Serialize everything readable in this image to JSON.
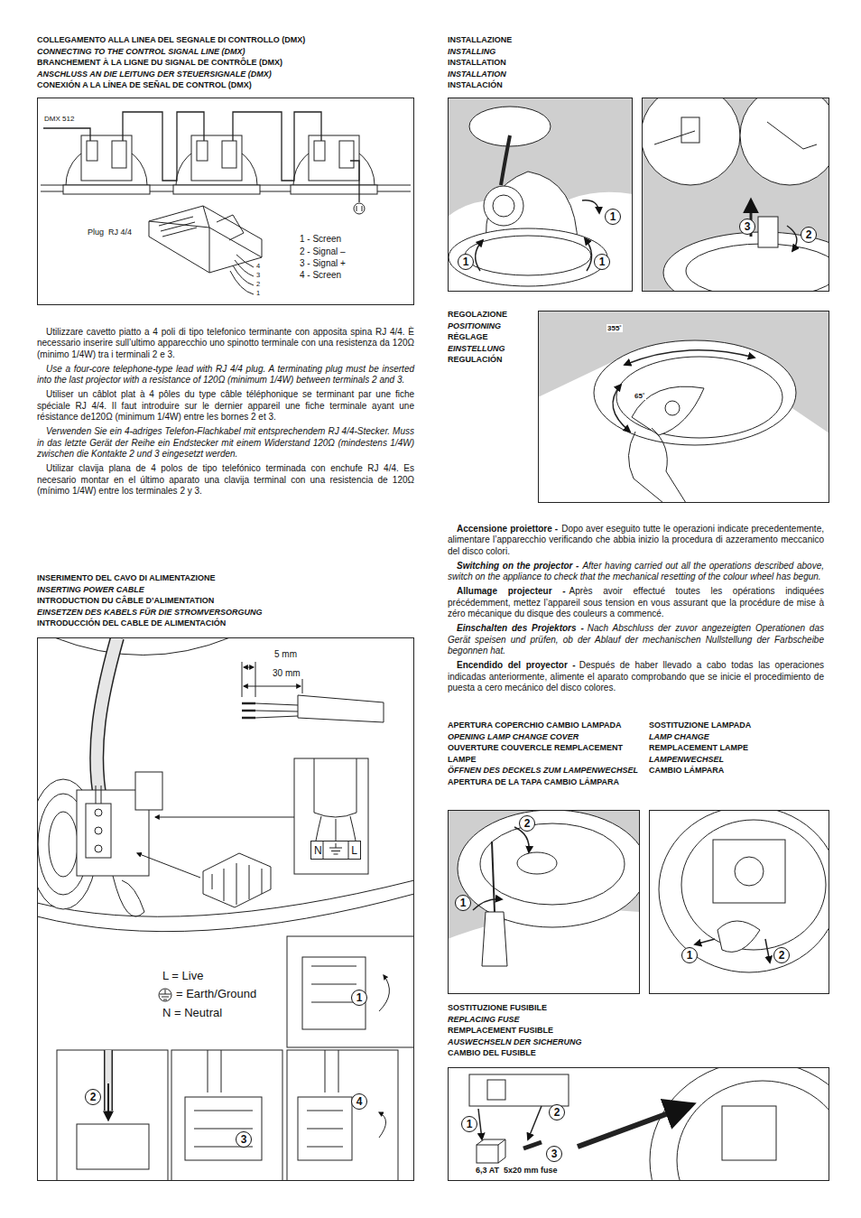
{
  "diagram": {
    "nodes": [
      {
        "text": [
          "COLLEGAMENTO ALLA LINEA DEL SEGNALE DI CONTROLLO (DMX)",
          "CONNECTING TO THE CONTROL SIGNAL LINE (DMX)",
          "BRANCHEMENT À LA LIGNE DU SIGNAL DE CONTRÔLE (DMX)",
          "ANSCHLUSS AN DIE LEITUNG DER STEUERSIGNALE (DMX)",
          "CONEXIÓN A LA LÍNEA DE SEÑAL DE CONTROL (DMX)"
        ]
      },
      {
        "text": [
          "INSERIMENTO DEL CAVO DI ALIMENTAZIONE",
          "INSERTING POWER CABLE",
          "INTRODUCTION DU CÂBLE D’ALIMENTATION",
          "EINSETZEN DES KABELS FÜR DIE STROMVERSORGUNG",
          "INTRODUCCIÓN DEL CABLE DE ALIMENTACIÓN"
        ]
      },
      {
        "text": [
          "N",
          "L"
        ],
        "in": 1
      },
      {
        "text": [
          "1"
        ],
        "in": 1
      },
      {
        "text": [
          "2"
        ],
        "in": 1
      },
      {
        "text": [
          "3"
        ],
        "in": 1
      },
      {
        "text": [
          "4"
        ],
        "in": 1
      },
      {
        "text": [
          "INSTALLAZIONE",
          "INSTALLING",
          "INSTALLATION",
          "INSTALLATION",
          "INSTALACIÓN"
        ]
      },
      {
        "text": [
          "1"
        ],
        "in": 7
      },
      {
        "text": [
          "1"
        ],
        "in": 7
      },
      {
        "text": [
          "1"
        ],
        "in": 7
      },
      {
        "text": [
          "3"
        ],
        "in": 7
      },
      {
        "text": [
          "2"
        ],
        "in": 7
      },
      {
        "text": [
          "REGOLAZIONE",
          "POSITIONING",
          "RÉGLAGE",
          "EINSTELLUNG",
          "REGULACIÓN"
        ]
      },
      {
        "text": [
          "APERTURA COPERCHIO CAMBIO LAMPADA",
          "OPENING LAMP CHANGE COVER",
          "OUVERTURE COUVERCLE REMPLACEMENT LAMPE",
          "ÖFFNEN DES DECKELS ZUM LAMPENWECHSEL",
          "APERTURA DE LA TAPA CAMBIO LÁMPARA"
        ]
      },
      {
        "text": [
          "2"
        ],
        "in": 14
      },
      {
        "text": [
          "1"
        ],
        "in": 14
      },
      {
        "text": [
          "SOSTITUZIONE LAMPADA",
          "LAMP CHANGE",
          "REMPLACEMENT LAMPE",
          "LAMPENWECHSEL",
          "CAMBIO LÁMPARA"
        ]
      },
      {
        "text": [
          "1"
        ],
        "in": 17
      },
      {
        "text": [
          "2"
        ],
        "in": 17
      },
      {
        "text": [
          "SOSTITUZIONE FUSIBILE",
          "REPLACING FUSE",
          "REMPLACEMENT FUSIBLE",
          "AUSWECHSELN DER SICHERUNG",
          "CAMBIO DEL FUSIBLE"
        ]
      },
      {
        "text": [
          "1"
        ],
        "in": 20
      },
      {
        "text": [
          "2"
        ],
        "in": 20
      },
      {
        "text": [
          "3"
        ],
        "in": 20
      }
    ],
    "labels": [
      "DMX 512",
      "Plug  RJ 4/4",
      "1 - Screen",
      "2 - Signal –",
      "3 - Signal +",
      "4 - Screen",
      "4",
      "3",
      "2",
      "1",
      "Utilizzare cavetto piatto a 4 poli di tipo telefonico terminante con apposita spina RJ 4/4. È necessario inserire sull’ultimo apparecchio uno spinotto terminale con una resistenza da 120Ω (minimo 1/4W) tra i terminali 2 e 3.",
      "Use a four-core telephone-type lead with RJ 4/4 plug. A terminating plug must be inserted into the last projector with a resistance of 120Ω (minimum 1/4W) between terminals 2 and 3.",
      "Utiliser un câblot plat à 4 pôles du type câble téléphonique se terminant par une fiche spéciale RJ 4/4. Il faut introduire sur le dernier appareil une fiche terminale ayant une résistance de120Ω (minimum 1/4W) entre les bornes 2 et 3.",
      "Verwenden Sie ein 4-adriges Telefon-Flachkabel mit entsprechendem RJ 4/4-Stecker. Muss in das letzte Gerät der Reihe ein Endstecker mit einem Widerstand 120Ω (mindestens 1/4W) zwischen die Kontakte 2 und 3 eingesetzt werden.",
      "Utilizar clavija plana de 4 polos de tipo telefónico terminada con enchufe RJ 4/4. Es necesario montar en el último aparato una clavija terminal con una resistencia de 120Ω (mínimo 1/4W) entre los terminales 2 y 3.",
      "5 mm",
      "30 mm",
      "L = Live",
      "= Earth/Ground",
      "N = Neutral",
      "355˚",
      "65˚",
      "Accensione proiettore -",
      "Dopo aver eseguito tutte le operazioni indicate precedentemente, alimentare l’apparecchio verificando che abbia inizio la procedura di azzeramento meccanico del disco colori.",
      "Switching on the projector -",
      "After having carried out all the operations described above, switch on the appliance to check that the mechanical resetting of the colour wheel has begun.",
      "Allumage projecteur -",
      "Après avoir effectué toutes les opérations indiquées précédemment, mettez l’appareil sous tension en vous assurant que la procédure de mise à zéro mécanique du disque des couleurs a commencé.",
      "Einschalten des Projektors -",
      "Nach Abschluss der zuvor angezeigten Operationen das Gerät speisen und prüfen, ob der Ablauf der mechanischen Nullstellung der Farbscheibe begonnen hat.",
      "Encendido del proyector -",
      "Después de haber llevado a cabo todas las operaciones indicadas anteriormente, alimente el aparato comprobando que se inicie el procedimiento de puesta a cero mecánico del disco colores.",
      "6,3 AT  5x20 mm fuse"
    ]
  }
}
